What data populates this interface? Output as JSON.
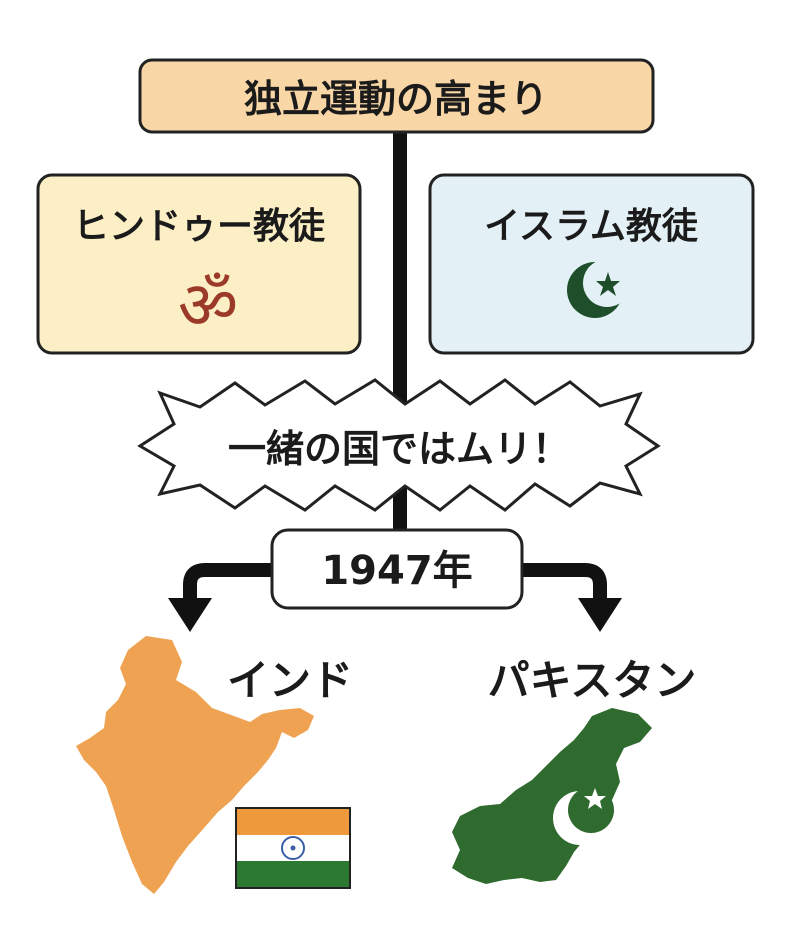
{
  "title_box": {
    "label": "独立運動の高まり",
    "fill": "#F8D6A6"
  },
  "groups": [
    {
      "label": "ヒンドゥー教徒",
      "symbol": "om-icon",
      "fill": "#FCEFC6",
      "symbol_color": "#9C3A2A"
    },
    {
      "label": "イスラム教徒",
      "symbol": "crescent-star-icon",
      "fill": "#E3F1F7",
      "symbol_color": "#1E4E2A"
    }
  ],
  "burst": {
    "label": "一緒の国ではムリ！"
  },
  "year": {
    "label": "1947年"
  },
  "results": [
    {
      "label": "インド",
      "map_color": "#EFA352",
      "flag": "indian-flag-icon"
    },
    {
      "label": "パキスタン",
      "map_color": "#2F6A2F",
      "flag": "pakistan-crescent-star-icon"
    }
  ],
  "colors": {
    "line": "#111111",
    "box_stroke": "#222222",
    "india_saffron": "#EE9A3C",
    "india_green": "#2C7A32",
    "chakra": "#3B5DA6",
    "pakistan_green": "#2F6A2F"
  }
}
